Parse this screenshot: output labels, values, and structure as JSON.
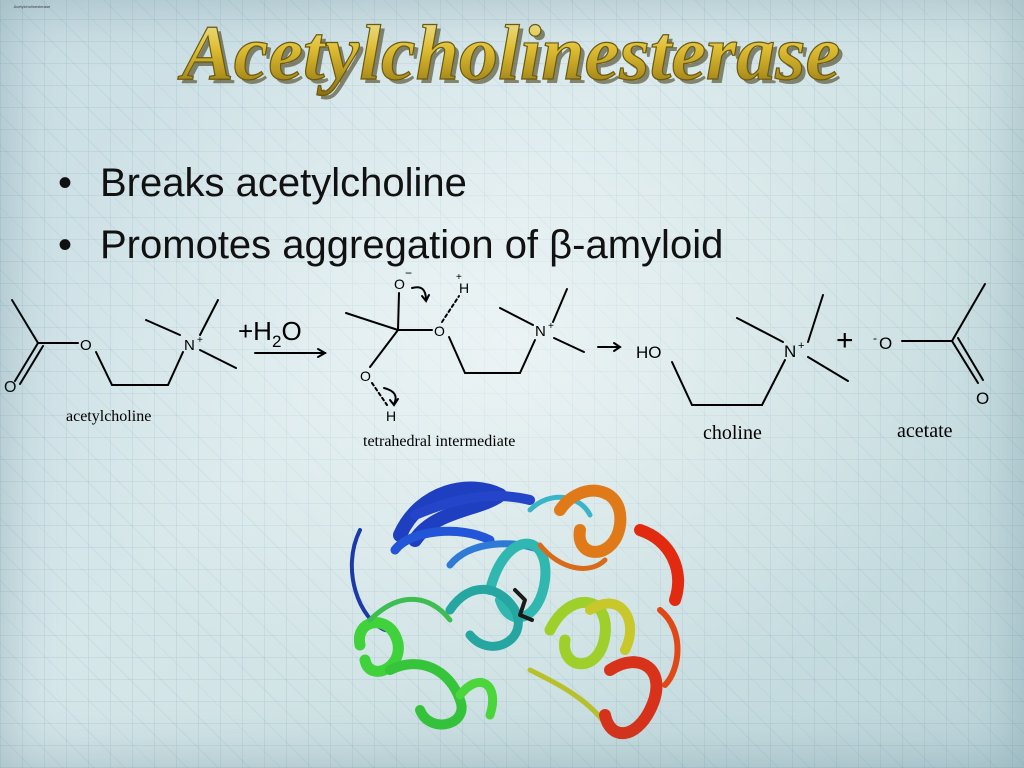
{
  "slide": {
    "corner_note": "Acetylcholinesterase",
    "title": "Acetylcholinesterase",
    "bullets": [
      "Breaks acetylcholine",
      "Promotes aggregation of β-amyloid"
    ],
    "reaction": {
      "reagent_prefix": "+H",
      "reagent_subscript": "2",
      "reagent_suffix": "O",
      "atom_o": "O",
      "atom_n": "N",
      "atom_h": "H",
      "atom_ho": "HO",
      "charge_plus": "+",
      "charge_minus": "−",
      "charge_minus_ascii": "-",
      "plus_sign": "+",
      "label_acetylcholine": "acetylcholine",
      "label_intermediate": "tetrahedral intermediate",
      "label_choline": "choline",
      "label_acetate": "acetate"
    }
  },
  "colors": {
    "title_gold": "#d8b21c",
    "title_dark": "#6b5a10",
    "protein_blue": "#1e3fbf",
    "protein_cyan": "#2fb7b0",
    "protein_green": "#3fd23a",
    "protein_yellow": "#c8c82a",
    "protein_orange": "#e07a18",
    "protein_red": "#e22a10"
  }
}
